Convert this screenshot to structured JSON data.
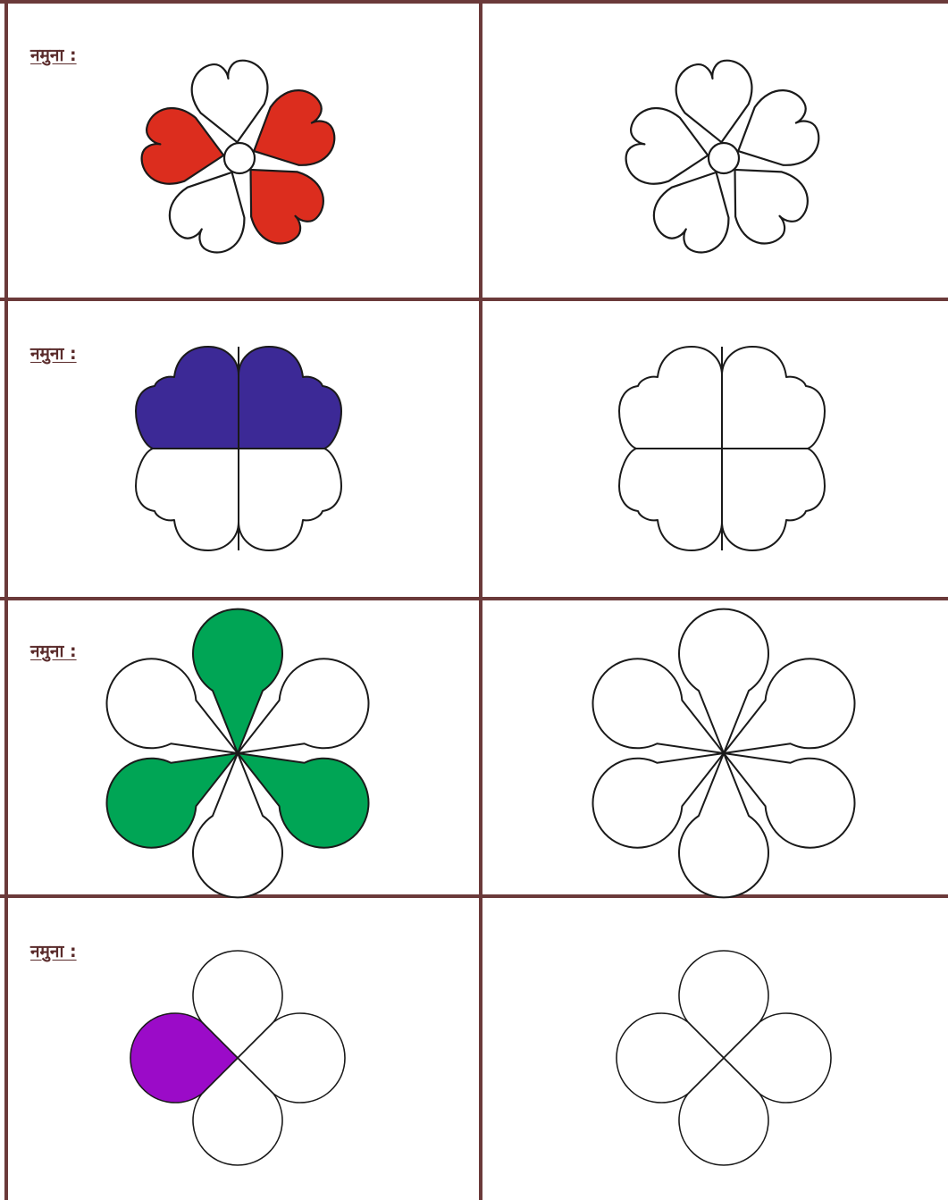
{
  "worksheet": {
    "rows": [
      {
        "label": "नमुना :",
        "shape": "heart-flower-5",
        "shaded_petals": 3,
        "total_petals": 5,
        "fill": "#dc2d1e"
      },
      {
        "label": "नमुना :",
        "shape": "heart-flower-4",
        "shaded_petals": 2,
        "total_petals": 4,
        "fill": "#3c2996"
      },
      {
        "label": "नमुना :",
        "shape": "drop-flower-6",
        "shaded_petals": 3,
        "total_petals": 6,
        "fill": "#00a555"
      },
      {
        "label": "नमुना :",
        "shape": "drop-flower-4",
        "shaded_petals": 1,
        "total_petals": 4,
        "fill": "#9b0bc8"
      }
    ],
    "grid_color": "#6b3a3a",
    "outline_color": "#1a1a1a"
  }
}
